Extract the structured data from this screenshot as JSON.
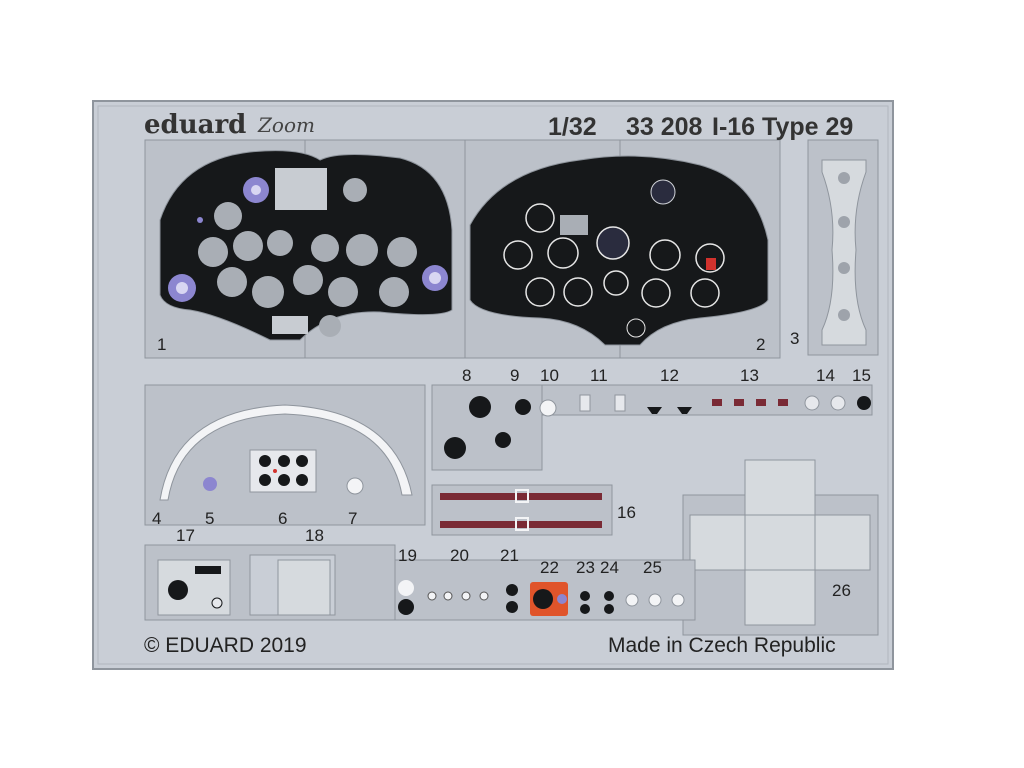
{
  "header": {
    "brand": "eduard",
    "zoom_logo": "Zoom",
    "scale": "1/32",
    "catalog_number": "33 208",
    "title": "I-16 Type 29"
  },
  "footer": {
    "copyright": "© EDUARD 2019",
    "origin": "Made in Czech Republic"
  },
  "parts": [
    "1",
    "2",
    "3",
    "4",
    "5",
    "6",
    "7",
    "8",
    "9",
    "10",
    "11",
    "12",
    "13",
    "14",
    "15",
    "16",
    "17",
    "18",
    "19",
    "20",
    "21",
    "22",
    "23",
    "24",
    "25",
    "26"
  ],
  "colors": {
    "fret": "#c9ced6",
    "fret_border": "#8f959d",
    "panel": "#16181a",
    "instrument_hole": "#a9aeb5",
    "strap": "#7a2a35",
    "accent_blue": "#8c86d0",
    "warning_red": "#d2322d",
    "frame_orange": "#e0542a"
  }
}
